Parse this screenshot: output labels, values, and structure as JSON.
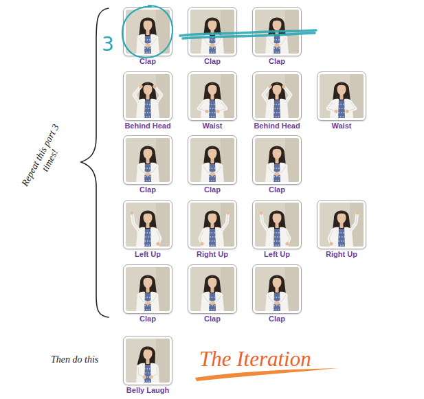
{
  "diagram": {
    "title": "The Iteration",
    "nodes": [
      {
        "text": [
          "Clap"
        ]
      },
      {
        "text": [
          "Clap"
        ]
      },
      {
        "text": [
          "Clap"
        ]
      },
      {
        "text": [
          "Behind Head"
        ]
      },
      {
        "text": [
          "Waist"
        ]
      },
      {
        "text": [
          "Behind Head"
        ]
      },
      {
        "text": [
          "Waist"
        ]
      },
      {
        "text": [
          "Clap"
        ]
      },
      {
        "text": [
          "Clap"
        ]
      },
      {
        "text": [
          "Clap"
        ]
      },
      {
        "text": [
          "Left Up"
        ]
      },
      {
        "text": [
          "Right Up"
        ]
      },
      {
        "text": [
          "Left Up"
        ]
      },
      {
        "text": [
          "Right Up"
        ]
      },
      {
        "text": [
          "Clap"
        ]
      },
      {
        "text": [
          "Clap"
        ]
      },
      {
        "text": [
          "Clap"
        ]
      },
      {
        "text": [
          "Belly Laugh"
        ]
      }
    ],
    "labels": [
      "3",
      "Repeat this part 3 times!",
      "Then do this"
    ]
  }
}
